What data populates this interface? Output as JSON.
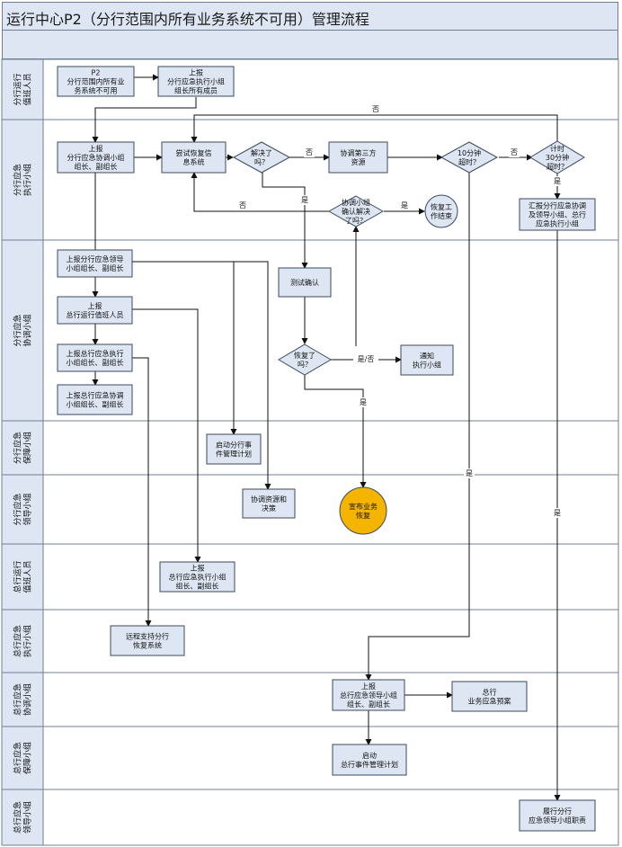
{
  "title": "运行中心P2（分行范围内所有业务系统不可用）管理流程",
  "lanes": [
    {
      "id": "l1",
      "label": [
        "分行运行",
        "值班人员"
      ]
    },
    {
      "id": "l2",
      "label": [
        "分行应急",
        "执行小组"
      ]
    },
    {
      "id": "l3",
      "label": [
        "分行应急",
        "协调小组"
      ]
    },
    {
      "id": "l4",
      "label": [
        "分行应急",
        "保障小组"
      ]
    },
    {
      "id": "l5",
      "label": [
        "分行应急",
        "领导小组"
      ]
    },
    {
      "id": "l6",
      "label": [
        "总行运行",
        "值班人员"
      ]
    },
    {
      "id": "l7",
      "label": [
        "总行应急",
        "执行小组"
      ]
    },
    {
      "id": "l8",
      "label": [
        "总行应急",
        "协调小组"
      ]
    },
    {
      "id": "l9",
      "label": [
        "总行应急",
        "保障小组"
      ]
    },
    {
      "id": "l10",
      "label": [
        "总行应急",
        "领导小组"
      ]
    }
  ],
  "nodes": {
    "n_start": [
      "P2",
      "分行范围内所有业",
      "务系统不可用"
    ],
    "n_report1": [
      "上报",
      "分行应急执行小组",
      "组长所有成员"
    ],
    "n_report2": [
      "上报",
      "分行应急协调小组",
      "组长、副组长"
    ],
    "n_tryrestore": [
      "尝试恢复信",
      "息系统"
    ],
    "n_solved": [
      "解决了",
      "吗？"
    ],
    "n_thirdparty": [
      "协调第三方",
      "资源"
    ],
    "n_10min": [
      "10分钟",
      "超时？"
    ],
    "n_30min": [
      "计时",
      "30分钟",
      "超时？"
    ],
    "n_confirm": [
      "协调小组",
      "确认解决",
      "了吗？"
    ],
    "n_endwork": [
      "恢复工",
      "作结束"
    ],
    "n_report_leaders": [
      "汇报分行应急协调",
      "及领导小组、总行",
      "应急执行小组"
    ],
    "n_rep_leader": [
      "上报分行应急领导",
      "小组组长、副组长"
    ],
    "n_rep_hq_duty": [
      "上报",
      "总行运行值班人员"
    ],
    "n_rep_hq_exec": [
      "上报总行应急执行",
      "小组组长、副组长"
    ],
    "n_rep_hq_coord": [
      "上报总行应急协调",
      "小组组长、副组长"
    ],
    "n_test": [
      "测试确认"
    ],
    "n_recovered": [
      "恢复了",
      "吗？"
    ],
    "n_notify": [
      "通知",
      "执行小组"
    ],
    "n_start_plan": [
      "启动分行事",
      "件管理计划"
    ],
    "n_coord_res": [
      "协调资源和",
      "决策"
    ],
    "n_announce": [
      "宣布业务",
      "恢复"
    ],
    "n_hq_duty_rep": [
      "上报",
      "总行应急执行小组",
      "组长、副组长"
    ],
    "n_remote": [
      "远程支持分行",
      "恢复系统"
    ],
    "n_hq_coord_rep": [
      "上报",
      "总行应急领导小组",
      "组长、副组长"
    ],
    "n_hq_plan": [
      "总行",
      "业务应急预案"
    ],
    "n_hq_event": [
      "启动",
      "总行事件管理计划"
    ],
    "n_duty": [
      "履行分行",
      "应急领导小组职责"
    ]
  },
  "edge_labels": {
    "no": "否",
    "yes": "是",
    "yes_no": "是/否"
  },
  "colors": {
    "header_bg": "#dde6f2",
    "lane_border": "#6f7f93",
    "process_fill": "#dde6f2",
    "process_stroke": "#3b4a5c",
    "announce_fill": "#f5b400",
    "endwork_fill": "#dde6f2"
  }
}
